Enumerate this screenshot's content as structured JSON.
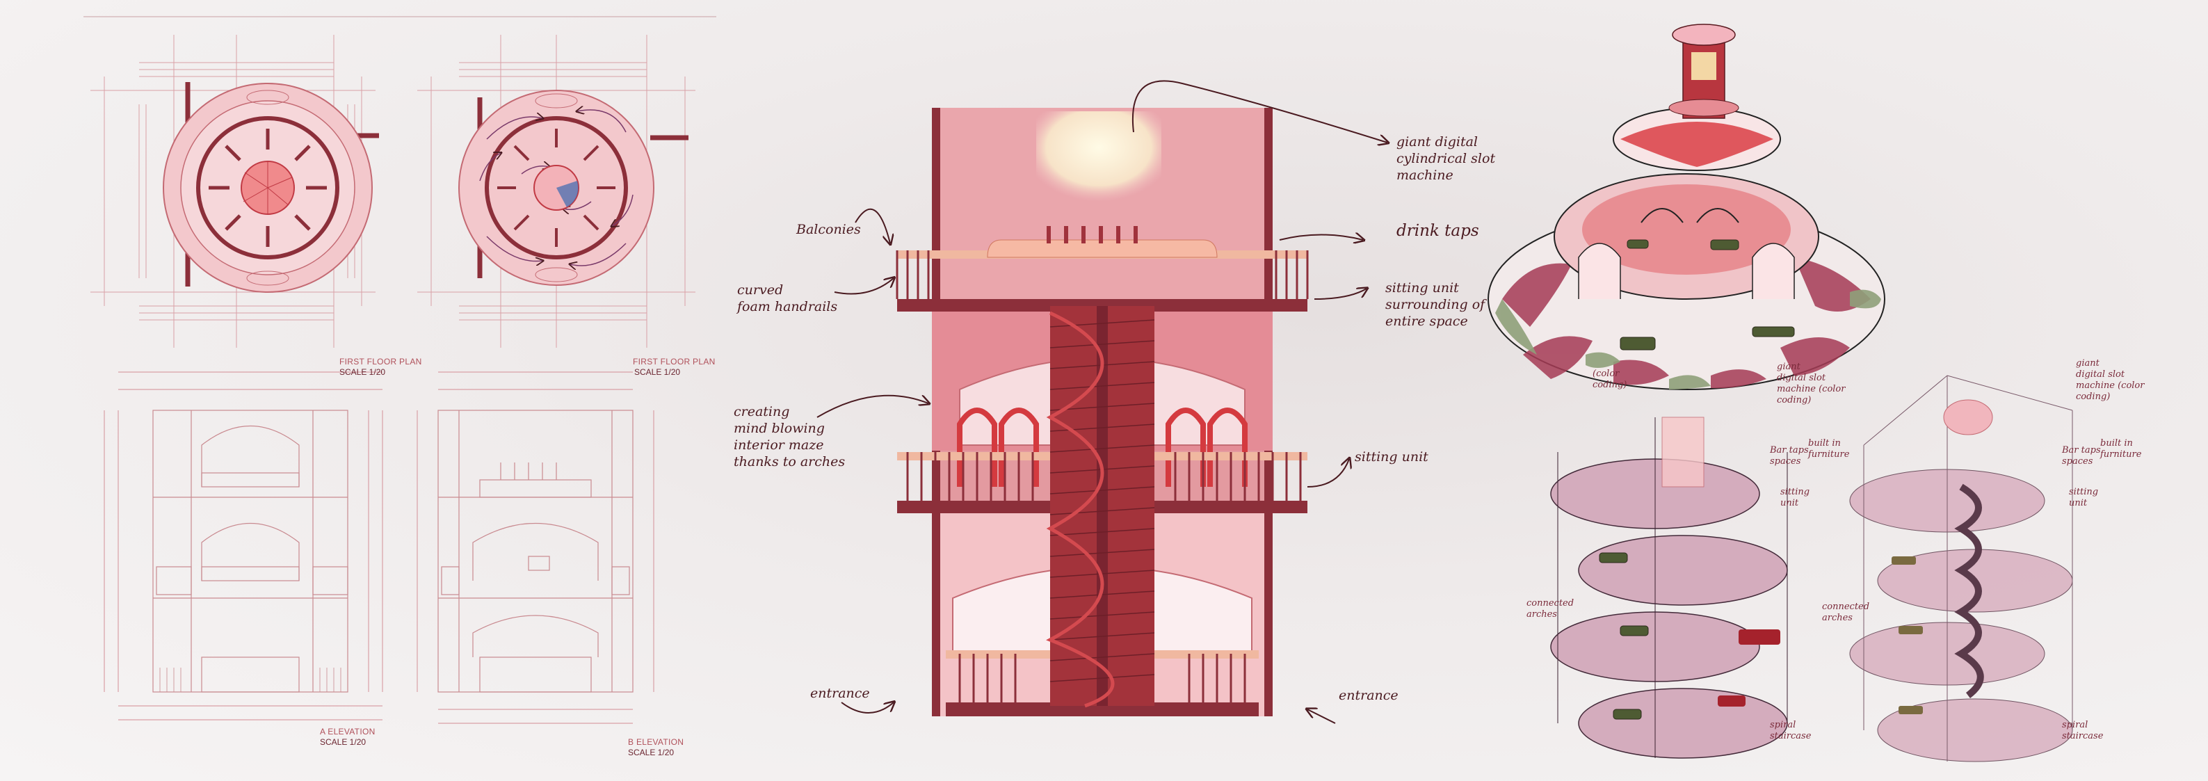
{
  "captions": {
    "first_floor_plan_1": "FIRST FLOOR PLAN",
    "scale_1": "SCALE 1/20",
    "first_floor_plan_2": "FIRST FLOOR PLAN",
    "scale_2": "SCALE 1/20",
    "a_elevation": "A ELEVATION",
    "scale_3": "SCALE 1/20",
    "b_elevation": "B ELEVATION",
    "scale_4": "SCALE 1/20"
  },
  "section_notes": {
    "balconies": "Balconies",
    "curved_handrails": "curved\nfoam handrails",
    "creating_maze": "creating\nmind blowing\ninterior maze\nthanks to arches",
    "entrance_left": "entrance",
    "giant_slot": "giant digital\ncylindrical slot\nmachine",
    "drink_taps": "drink taps",
    "sitting_unit_surround": "sitting unit\nsurrounding of\nentire space",
    "sitting_unit": "sitting unit",
    "entrance_right": "entrance"
  },
  "axo_notes": {
    "giant_slot": "giant\ndigital slot\nmachine (color\ncoding)",
    "bar_taps": "Bar taps\nspaces",
    "built_in": "built in\nfurniture",
    "sitting_unit": "sitting\nunit",
    "connected_arches": "connected\narches",
    "spiral_staircase": "spiral\nstaircase",
    "giant_slot_2": "giant\ndigital slot\nmachine (color\ncoding)",
    "bar_taps_2": "Bar taps\nspaces",
    "built_in_2": "built in\nfurniture",
    "sitting_unit_2": "sitting\nunit",
    "connected_arches_2": "connected\narches",
    "spiral_staircase_2": "spiral\nstaircase",
    "color_coding": "(color\ncoding)"
  },
  "colors": {
    "dark_red": "#8c2f3a",
    "mid_pink": "#e8909a",
    "light_pink": "#f5c9cc",
    "crimson": "#b83a45",
    "sage": "#8fa07a",
    "line": "#c06a72"
  },
  "icons": [
    "arrow-icon"
  ]
}
